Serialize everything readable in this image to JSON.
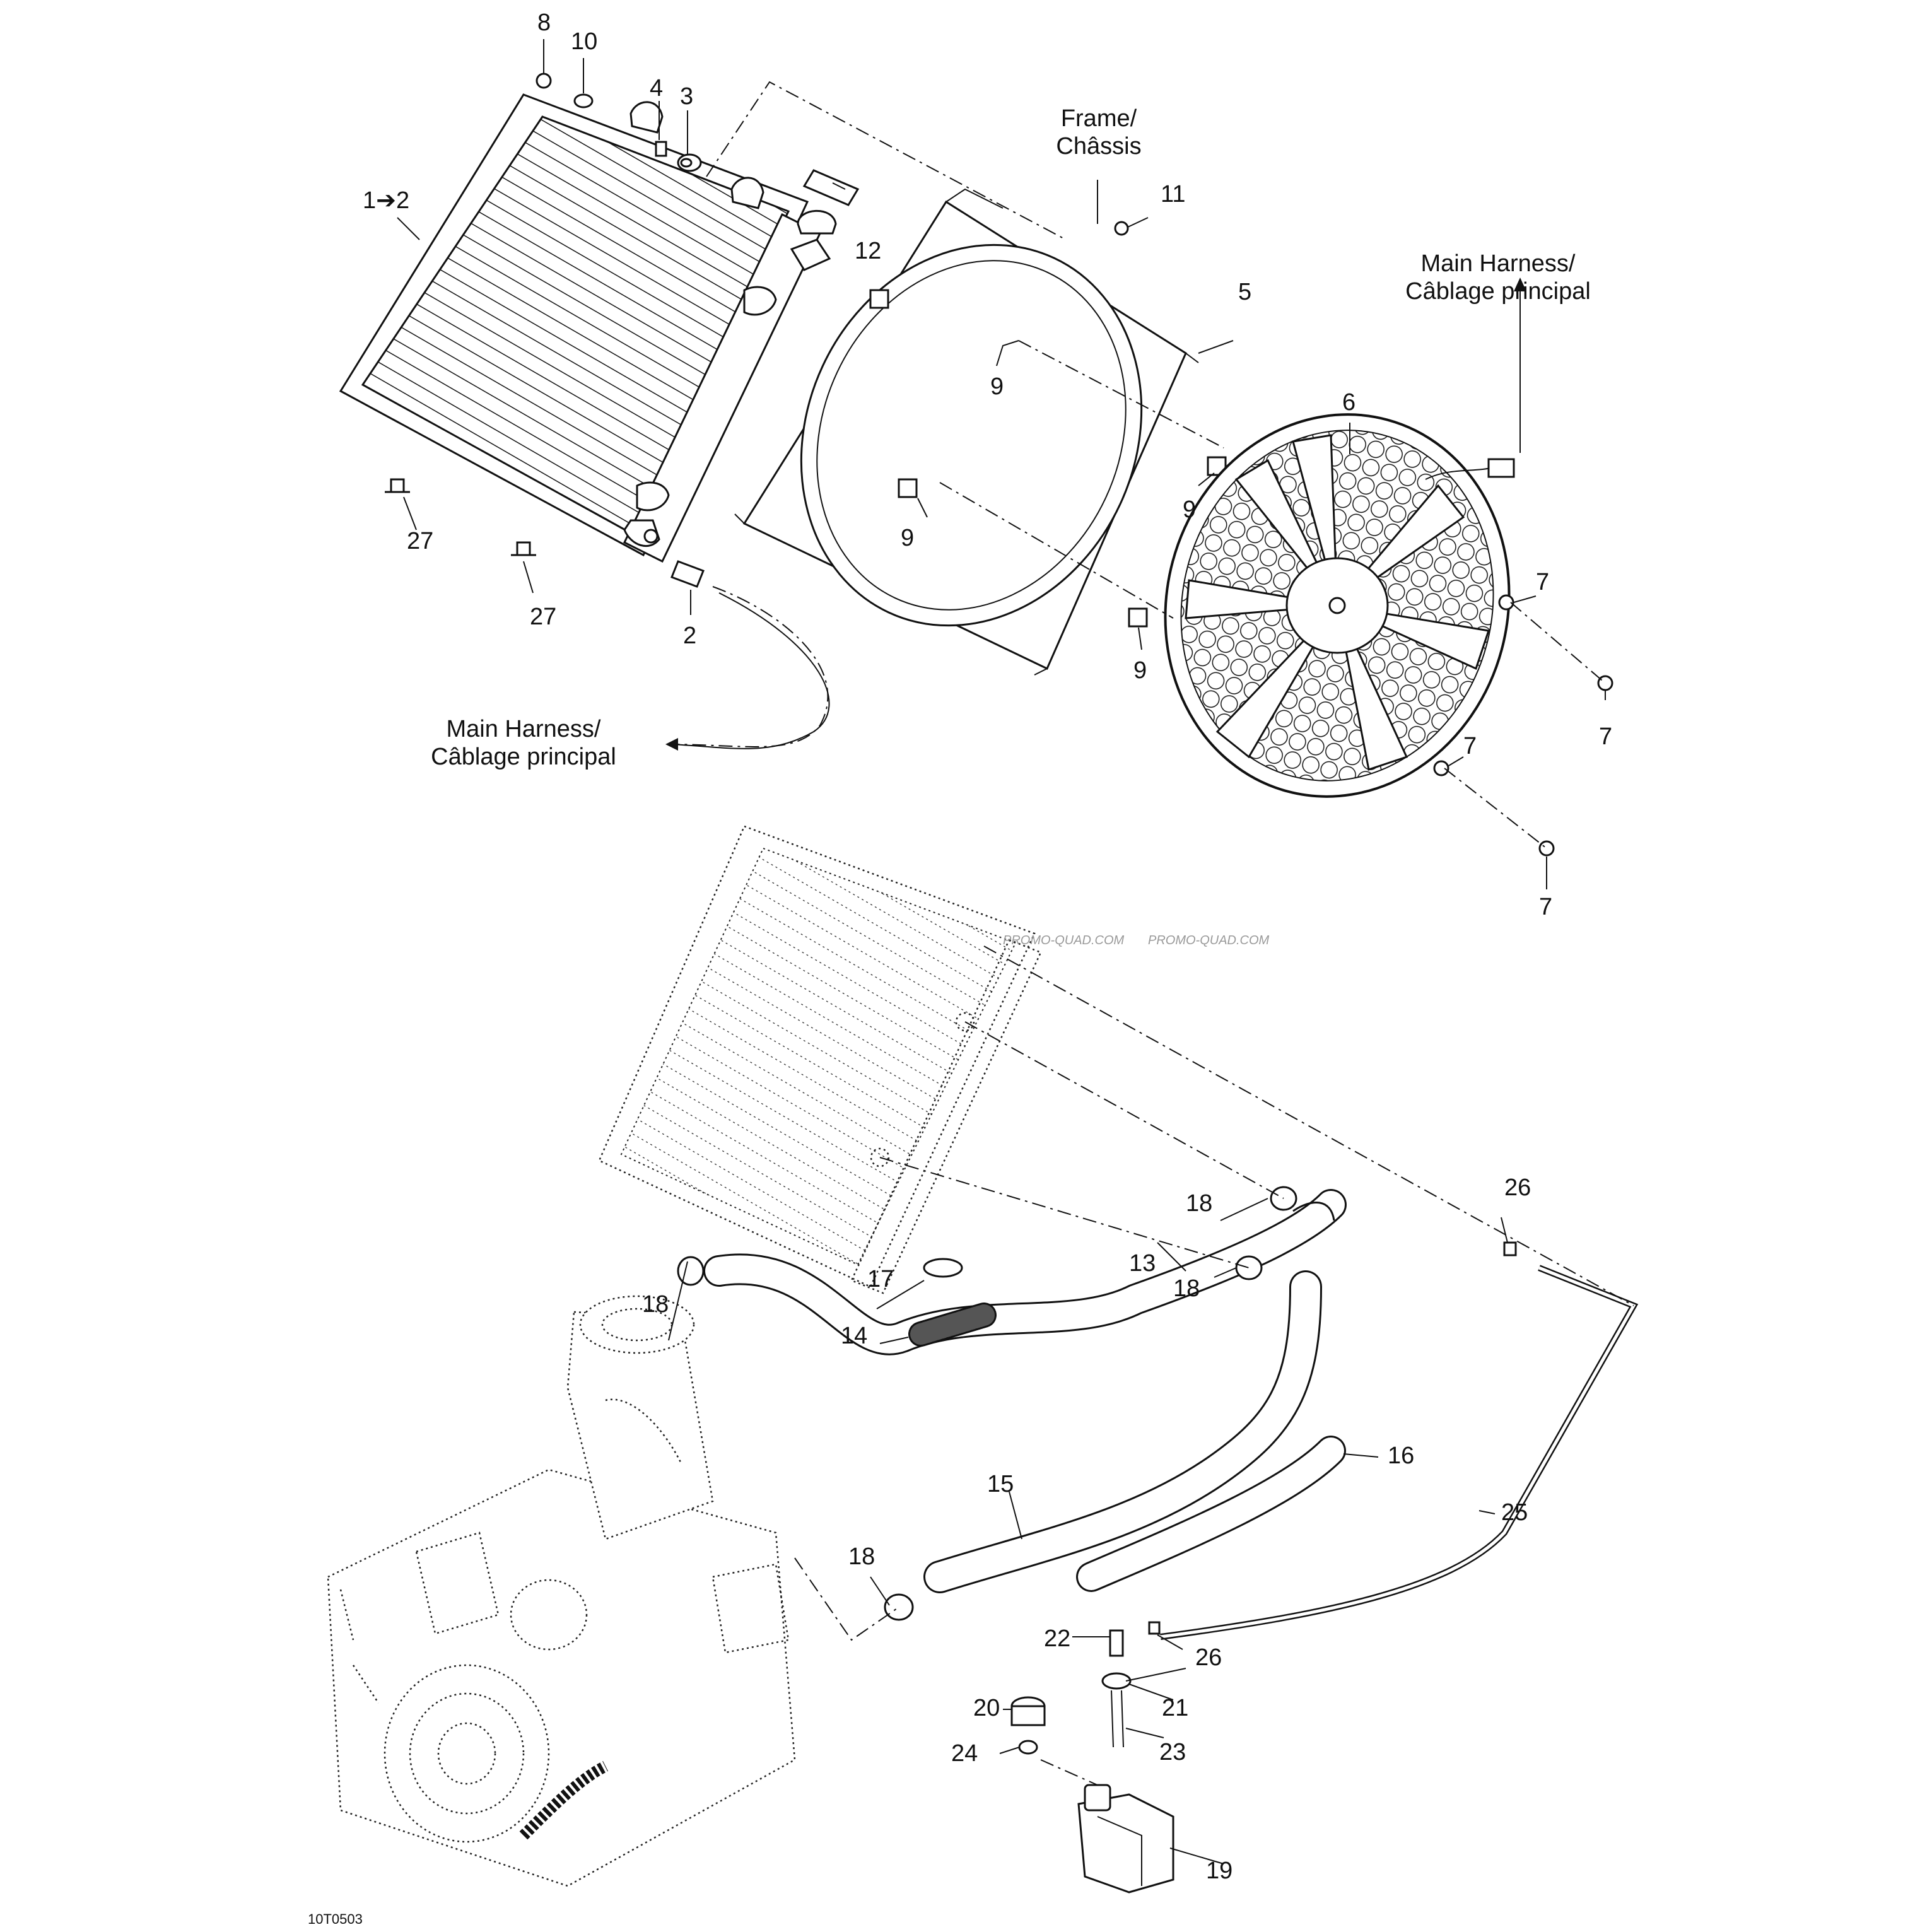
{
  "diagram": {
    "drawing_code": "10T0503",
    "watermark": "PROMO-QUAD.COM",
    "notes": {
      "frame": [
        "Frame/",
        "Châssis"
      ],
      "harness_top": [
        "Main Harness/",
        "Câblage principal"
      ],
      "harness_left": [
        "Main Harness/",
        "Câblage principal"
      ]
    },
    "callouts": {
      "c1": "1➔2",
      "c2": "2",
      "c3": "3",
      "c4": "4",
      "c5": "5",
      "c6": "6",
      "c7a": "7",
      "c7b": "7",
      "c7c": "7",
      "c7d": "7",
      "c8": "8",
      "c9a": "9",
      "c9b": "9",
      "c9c": "9",
      "c9d": "9",
      "c10": "10",
      "c11": "11",
      "c12": "12",
      "c13": "13",
      "c14": "14",
      "c15": "15",
      "c16": "16",
      "c17": "17",
      "c18a": "18",
      "c18b": "18",
      "c18c": "18",
      "c18d": "18",
      "c19": "19",
      "c20": "20",
      "c21": "21",
      "c22": "22",
      "c23": "23",
      "c24": "24",
      "c25": "25",
      "c26a": "26",
      "c26b": "26",
      "c27a": "27",
      "c27b": "27"
    }
  }
}
